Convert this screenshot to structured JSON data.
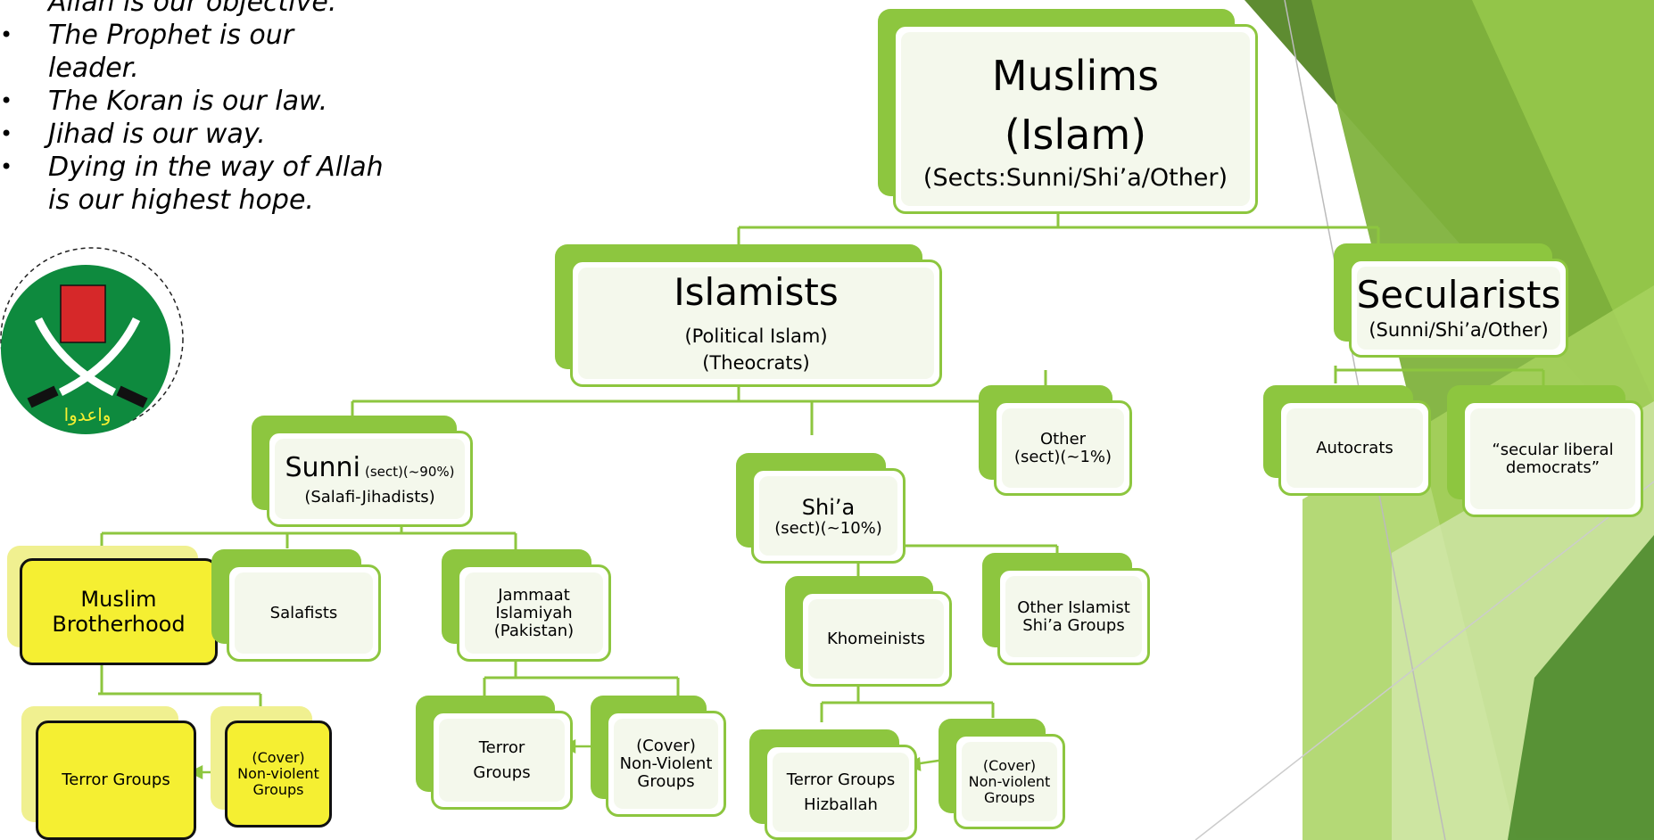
{
  "quote": {
    "lines": [
      "Allah is our objective.",
      "The Prophet is our",
      "leader.",
      "The Koran is our law.",
      "Jihad is our way.",
      "Dying in the way of Allah",
      "is our highest hope."
    ]
  },
  "logo": {
    "text": "واعدوا"
  },
  "muslims": {
    "title": "Muslims",
    "subtitle": "(Islam)",
    "note": "(Sects:Sunni/Shi’a/Other)"
  },
  "islamists": {
    "title": "Islamists",
    "line1": "(Political Islam)",
    "line2": "(Theocrats)"
  },
  "secularists": {
    "title": "Secularists",
    "note": "(Sunni/Shi’a/Other)"
  },
  "sunni": {
    "title": "Sunni",
    "suffix": "(sect)(~90%)",
    "note": "(Salafi-Jihadists)"
  },
  "shia": {
    "title": "Shi’a",
    "note": "(sect)(~10%)"
  },
  "other": {
    "line1": "Other",
    "line2": "(sect)(~1%)"
  },
  "autocrats": {
    "label": "Autocrats"
  },
  "secular_liberal": {
    "line1": "“secular liberal",
    "line2": "democrats”"
  },
  "muslim_brotherhood": {
    "line1": "Muslim",
    "line2": "Brotherhood"
  },
  "salafists": {
    "label": "Salafists"
  },
  "jammaat": {
    "line1": "Jammaat",
    "line2": "Islamiyah",
    "line3": "(Pakistan)"
  },
  "khomeinists": {
    "label": "Khomeinists"
  },
  "other_shia": {
    "line1": "Other Islamist",
    "line2": "Shi’a Groups"
  },
  "mb_terror": {
    "label": "Terror Groups"
  },
  "mb_cover": {
    "line1": "(Cover)",
    "line2": "Non-violent",
    "line3": "Groups"
  },
  "jam_terror": {
    "line1": "Terror",
    "line2": "Groups"
  },
  "jam_cover": {
    "line1": "(Cover)",
    "line2": "Non-Violent",
    "line3": "Groups"
  },
  "kh_terror": {
    "line1": "Terror Groups",
    "line2": "Hizballah"
  },
  "kh_cover": {
    "line1": "(Cover)",
    "line2": "Non-violent",
    "line3": "Groups"
  },
  "colors": {
    "accent": "#8DC63F",
    "highlight": "#F5EF32",
    "dark_green": "#5E8C31"
  }
}
